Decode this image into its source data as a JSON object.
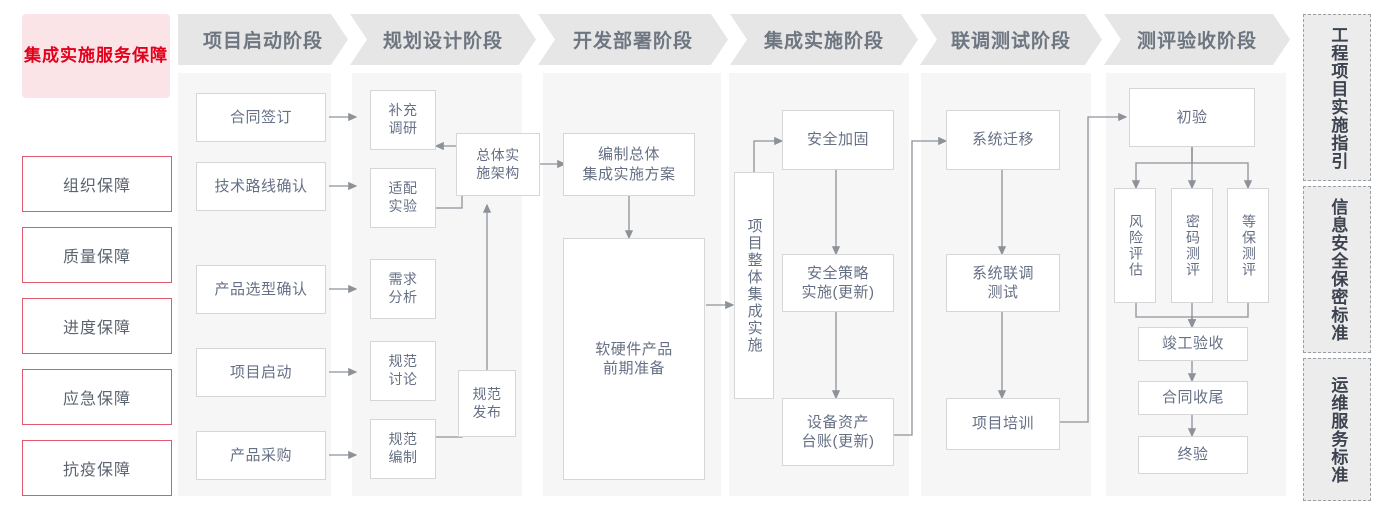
{
  "guarantee": {
    "title": "集成实施\n服务保障",
    "title_line1": "集成实施",
    "title_line2": "服务保障",
    "accent_color": "#e2001a",
    "border_color": "#e05a6e",
    "bg_color": "#fbe4e8",
    "items": [
      {
        "label": "组织保障"
      },
      {
        "label": "质量保障"
      },
      {
        "label": "进度保障"
      },
      {
        "label": "应急保障"
      },
      {
        "label": "抗疫保障"
      }
    ]
  },
  "phases": [
    {
      "id": "p1",
      "header": "项目启动阶段"
    },
    {
      "id": "p2",
      "header": "规划设计阶段"
    },
    {
      "id": "p3",
      "header": "开发部署阶段"
    },
    {
      "id": "p4",
      "header": "集成实施阶段"
    },
    {
      "id": "p5",
      "header": "联调测试阶段"
    },
    {
      "id": "p6",
      "header": "测评验收阶段"
    }
  ],
  "nodes": {
    "p1": [
      {
        "label": "合同签订"
      },
      {
        "label": "技术路线确认"
      },
      {
        "label": "产品选型确认"
      },
      {
        "label": "项目启动"
      },
      {
        "label": "产品采购"
      }
    ],
    "p2": [
      {
        "label": "补充\n调研",
        "l1": "补充",
        "l2": "调研"
      },
      {
        "label": "适配\n实验",
        "l1": "适配",
        "l2": "实验"
      },
      {
        "label": "需求\n分析",
        "l1": "需求",
        "l2": "分析"
      },
      {
        "label": "规范\n讨论",
        "l1": "规范",
        "l2": "讨论"
      },
      {
        "label": "规范\n编制",
        "l1": "规范",
        "l2": "编制"
      },
      {
        "label": "总体实\n施架构",
        "l1": "总体实",
        "l2": "施架构"
      },
      {
        "label": "规范\n发布",
        "l1": "规范",
        "l2": "发布"
      }
    ],
    "p3": [
      {
        "label": "编制总体\n集成实施方案",
        "l1": "编制总体",
        "l2": "集成实施方案"
      },
      {
        "label": "软硬件产品\n前期准备",
        "l1": "软硬件产品",
        "l2": "前期准备"
      }
    ],
    "p4": [
      {
        "label": "项目整体集成实施"
      },
      {
        "label": "安全加固"
      },
      {
        "label": "安全策略\n实施(更新)",
        "l1": "安全策略",
        "l2": "实施(更新)"
      },
      {
        "label": "设备资产\n台账(更新)",
        "l1": "设备资产",
        "l2": "台账(更新)"
      }
    ],
    "p5": [
      {
        "label": "系统迁移"
      },
      {
        "label": "系统联调\n测试",
        "l1": "系统联调",
        "l2": "测试"
      },
      {
        "label": "项目培训"
      }
    ],
    "p6": [
      {
        "label": "初验"
      },
      {
        "label": "风险评估"
      },
      {
        "label": "密码测评"
      },
      {
        "label": "等保测评"
      },
      {
        "label": "竣工验收"
      },
      {
        "label": "合同收尾"
      },
      {
        "label": "终验"
      }
    ]
  },
  "standards": [
    {
      "label": "工程项目实施指引"
    },
    {
      "label": "信息安全保密标准"
    },
    {
      "label": "运维服务标准"
    }
  ]
}
